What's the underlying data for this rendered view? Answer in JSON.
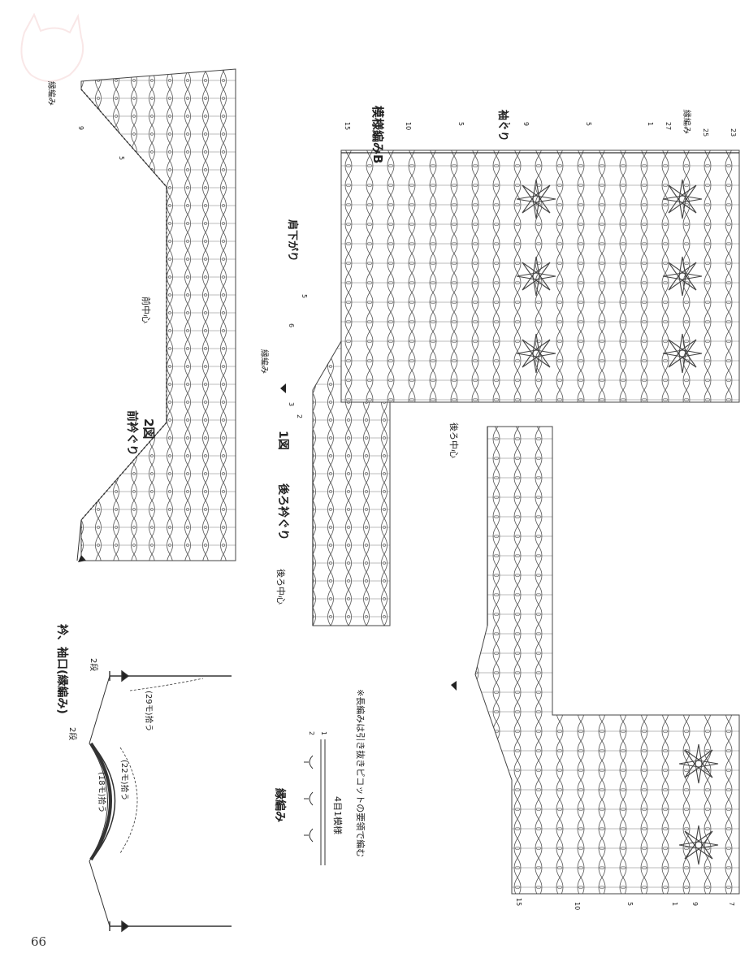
{
  "page_number": "66",
  "figure2": {
    "title": "前衿ぐり",
    "fig_no": "2図",
    "center": "前中心",
    "edge": "縁編み",
    "n9": "9",
    "n5": "5"
  },
  "figure1": {
    "title": "後ろ衿ぐり",
    "fig_no": "1図",
    "center": "後ろ中心",
    "edge": "縁編み",
    "n1": "1",
    "n2": "2",
    "n3": "3",
    "n5": "5",
    "n6": "6",
    "n10": "10",
    "n15": "15"
  },
  "sleeve": {
    "pattern": "模様編みB",
    "cuff": "袖ぐり",
    "shoulder": "肩下がり",
    "edge": "縁編み",
    "center2": "後ろ中心",
    "r15": "15",
    "r10": "10",
    "r5": "5",
    "r1": "1",
    "r9": "9",
    "r27": "27",
    "r25": "25",
    "r23": "23",
    "r7": "7"
  },
  "collar": {
    "title": "衿、袖口(縁編み)",
    "two_rows": "2段",
    "pick18": "(18モ)拾う",
    "pick22": "(22モ)拾う",
    "pick29": "(29モ)拾う"
  },
  "edging": {
    "title": "縁編み",
    "repeat": "4目1模様",
    "row1": "1",
    "row2": "2"
  },
  "note": "※長編みは引き抜きピコットの要領で編む"
}
